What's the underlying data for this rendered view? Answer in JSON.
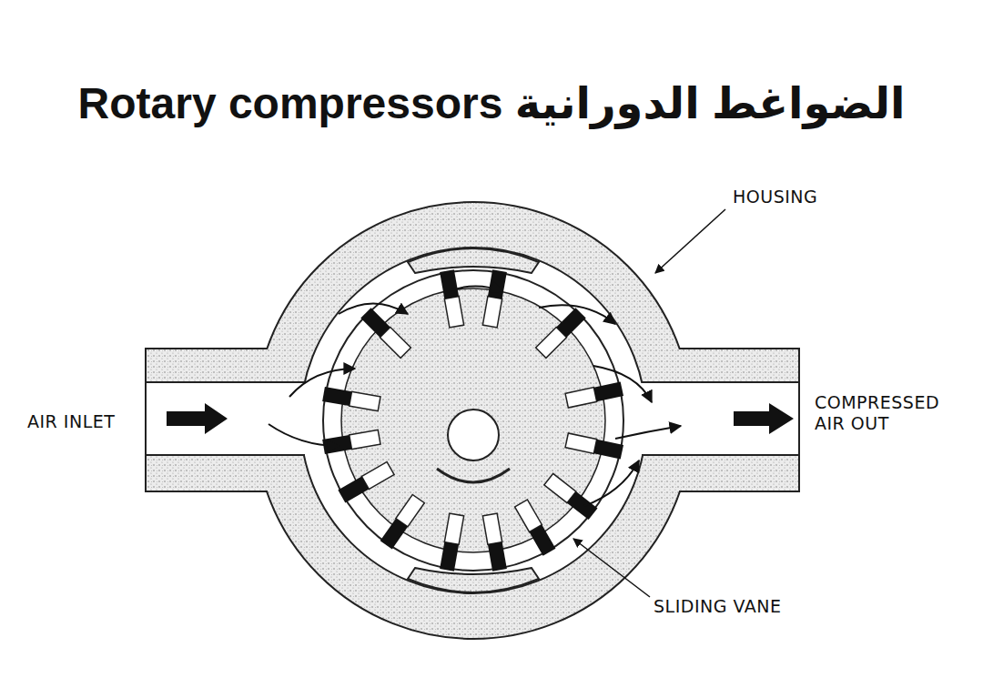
{
  "diagram": {
    "title": "Rotary compressors الضواغط الدورانية",
    "labels": [
      "HOUSING",
      "AIR INLET",
      "COMPRESSED AIR OUT",
      "SLIDING VANE"
    ]
  }
}
